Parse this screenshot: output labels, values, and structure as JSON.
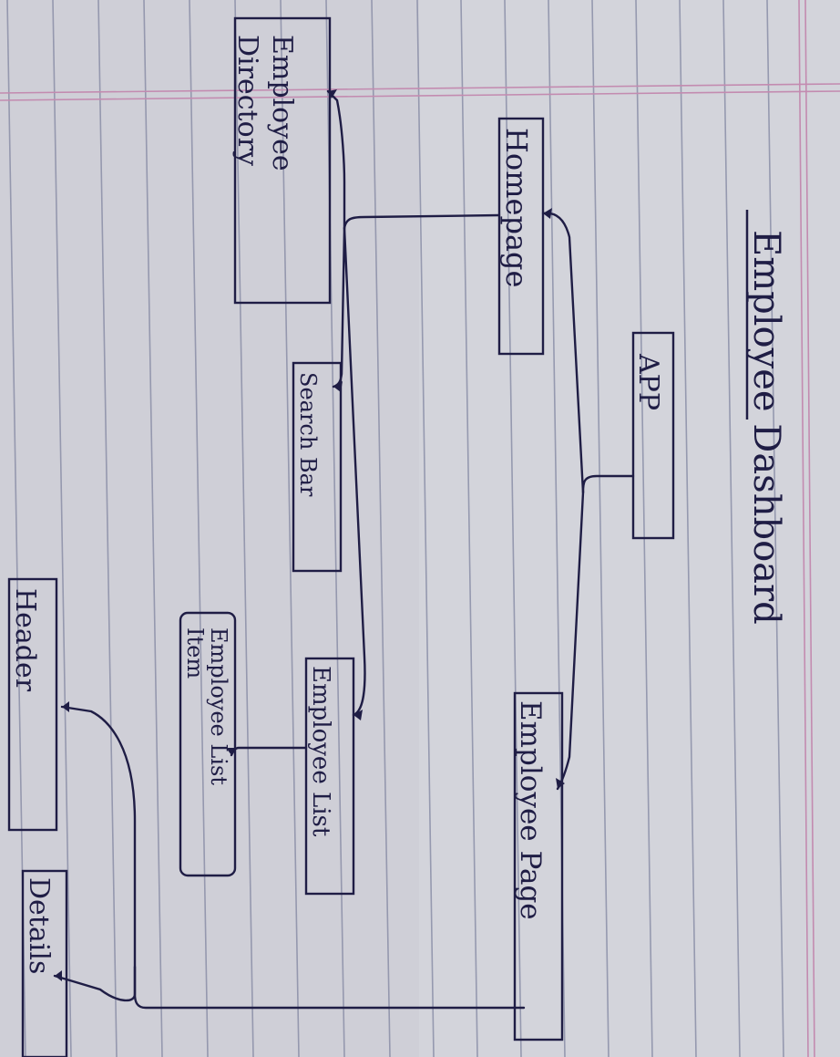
{
  "diagram": {
    "title": "Employee Dashboard",
    "nodes": [
      {
        "id": "app",
        "label": "APP"
      },
      {
        "id": "homepage",
        "label": "Homepage"
      },
      {
        "id": "employee_page",
        "label": "Employee Page"
      },
      {
        "id": "employee_directory",
        "label": "Employee Directory"
      },
      {
        "id": "search_bar",
        "label": "Search Bar"
      },
      {
        "id": "employee_list",
        "label": "Employee List"
      },
      {
        "id": "employee_list_item",
        "label": "Employee List Item"
      },
      {
        "id": "header",
        "label": "Header"
      },
      {
        "id": "details",
        "label": "Details"
      }
    ],
    "edges": [
      {
        "from": "app",
        "to": "homepage"
      },
      {
        "from": "app",
        "to": "employee_page"
      },
      {
        "from": "homepage",
        "to": "employee_directory"
      },
      {
        "from": "homepage",
        "to": "search_bar"
      },
      {
        "from": "homepage",
        "to": "employee_list"
      },
      {
        "from": "employee_list",
        "to": "employee_list_item"
      },
      {
        "from": "employee_page",
        "to": "header"
      },
      {
        "from": "employee_page",
        "to": "details"
      }
    ]
  },
  "colors": {
    "paper": "#d6d7de",
    "rule_line": "#8f93ad",
    "margin_line": "#c98fb3",
    "ink": "#1f1d45"
  }
}
